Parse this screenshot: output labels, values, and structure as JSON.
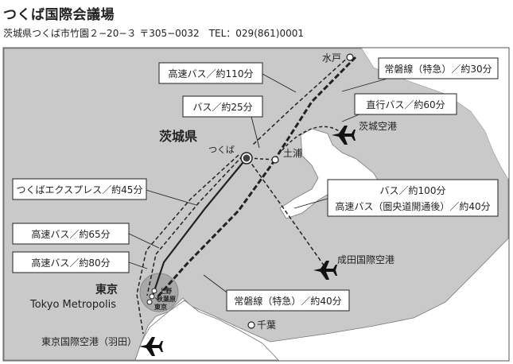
{
  "header": {
    "title": "つくば国際会議場",
    "address": "茨城県つくば市竹園２−20−３ 〒305−0032　TEL：029(861)0001"
  },
  "places": {
    "mito": "水戸",
    "tsukuba": "つくば",
    "tsuchiura": "土浦",
    "ibaraki_airport": "茨城空港",
    "ibaraki_pref": "茨城県",
    "narita_airport": "成田国際空港",
    "tokyo_jp": "東京",
    "tokyo_en": "Tokyo Metropolis",
    "ueno": "上野",
    "akihabara": "秋葉原",
    "tokyo_station": "東京",
    "chiba": "千葉",
    "haneda_airport": "東京国際空港（羽田）"
  },
  "routes": {
    "highway_bus_mito": "高速バス／約110分",
    "joban_mito": "常磐線（特急）／約30分",
    "bus_tsukuba": "バス／約25分",
    "direct_bus_ibaraki": "直行バス／約60分",
    "tx": "つくばエクスプレス／約45分",
    "bus_narita_1": "バス／約100分",
    "bus_narita_2": "高速バス（圏央道開通後）／約40分",
    "highway_bus_65": "高速バス／約65分",
    "highway_bus_80": "高速バス／約80分",
    "joban_tokyo": "常磐線（特急）／約40分"
  },
  "colors": {
    "land": "#c9c9c9",
    "sea": "#ffffff",
    "route": "#222222",
    "tokyo_area": "#a8a8a8"
  }
}
